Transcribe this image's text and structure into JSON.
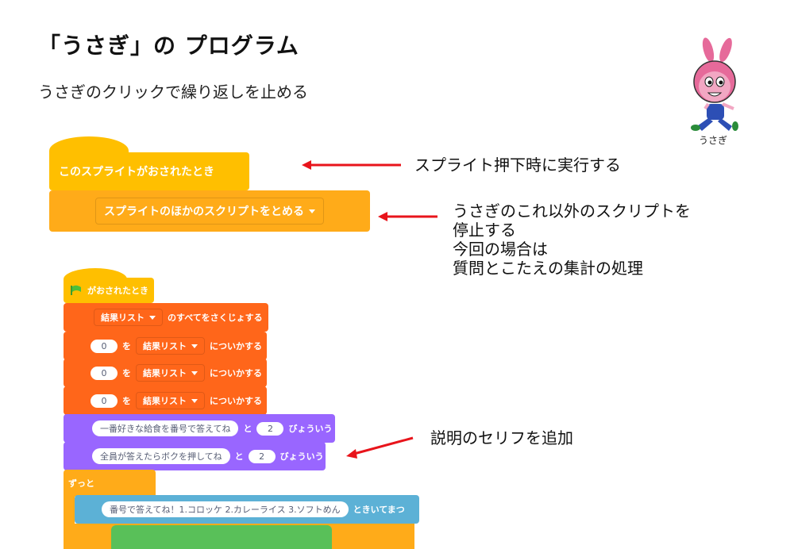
{
  "page": {
    "title": "「うさぎ」の プログラム",
    "subtitle": "うさぎのクリックで繰り返しを止める",
    "mascot_label": "うさぎ"
  },
  "colors": {
    "events": "#ffbf00",
    "control": "#ffab19",
    "lists": "#ff661a",
    "looks": "#9966ff",
    "sensing": "#5cb1d6",
    "operators": "#59c059",
    "arrow": "#e8141b"
  },
  "script1": {
    "hat": "このスプライトがおされたとき",
    "stop": "スプライトのほかのスクリプトをとめる"
  },
  "script2": {
    "hat": "がおされたとき",
    "delete_all": {
      "list": "結果リスト",
      "text": "のすべてをさくじょする"
    },
    "add_items": [
      {
        "value": "0",
        "op": "を",
        "list": "結果リスト",
        "text": "についかする"
      },
      {
        "value": "0",
        "op": "を",
        "list": "結果リスト",
        "text": "についかする"
      },
      {
        "value": "0",
        "op": "を",
        "list": "結果リスト",
        "text": "についかする"
      }
    ],
    "say_items": [
      {
        "message": "一番好きな給食を番号で答えてね",
        "op": "と",
        "secs": "2",
        "text": "びょういう"
      },
      {
        "message": "全員が答えたらボクを押してね",
        "op": "と",
        "secs": "2",
        "text": "びょういう"
      }
    ],
    "forever": "ずっと",
    "ask": {
      "question": "番号で答えてね！1.コロッケ 2.カレーライス 3.ソフトめん",
      "text": "ときいてまつ"
    }
  },
  "notes": {
    "n1": "スプライト押下時に実行する",
    "n2_lines": [
      "うさぎのこれ以外のスクリプトを",
      "停止する",
      "今回の場合は",
      "質問とこたえの集計の処理"
    ],
    "n3": "説明のセリフを追加"
  }
}
